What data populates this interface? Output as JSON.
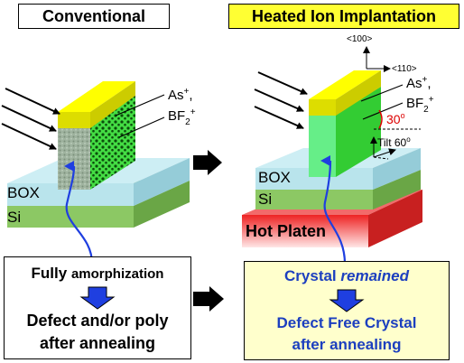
{
  "titles": {
    "conventional": "Conventional",
    "heated": "Heated Ion Implantation"
  },
  "left": {
    "ion_species": [
      "As+,",
      "BF2+"
    ],
    "layer_box": "BOX",
    "layer_si": "Si",
    "result_line1_a": "Fully ",
    "result_line1_b": "amorphization",
    "result_line2": "Defect and/or poly",
    "result_line3": "after annealing"
  },
  "right": {
    "direction_100": "<100>",
    "direction_110": "<110>",
    "ion_species": [
      "As+,",
      "BF2+"
    ],
    "angle": "30o",
    "tilt": "Tilt 60o",
    "layer_box": "BOX",
    "layer_si": "Si",
    "platen": "Hot Platen",
    "result_line1_a": "Crystal ",
    "result_line1_b": "remained",
    "result_line2": "Defect Free Crystal",
    "result_line3": "after annealing"
  },
  "colors": {
    "box_layer": "#b9e4ec",
    "si_layer": "#8cc864",
    "gate_top": "#ffff00",
    "fin_crystal": "#66ee88",
    "fin_implanted": "#33cc33",
    "platen": "#ee3333",
    "text_blue": "#1c3fbf",
    "arrow_blue": "#1f3fe0",
    "angle_red": "#dd0000"
  }
}
